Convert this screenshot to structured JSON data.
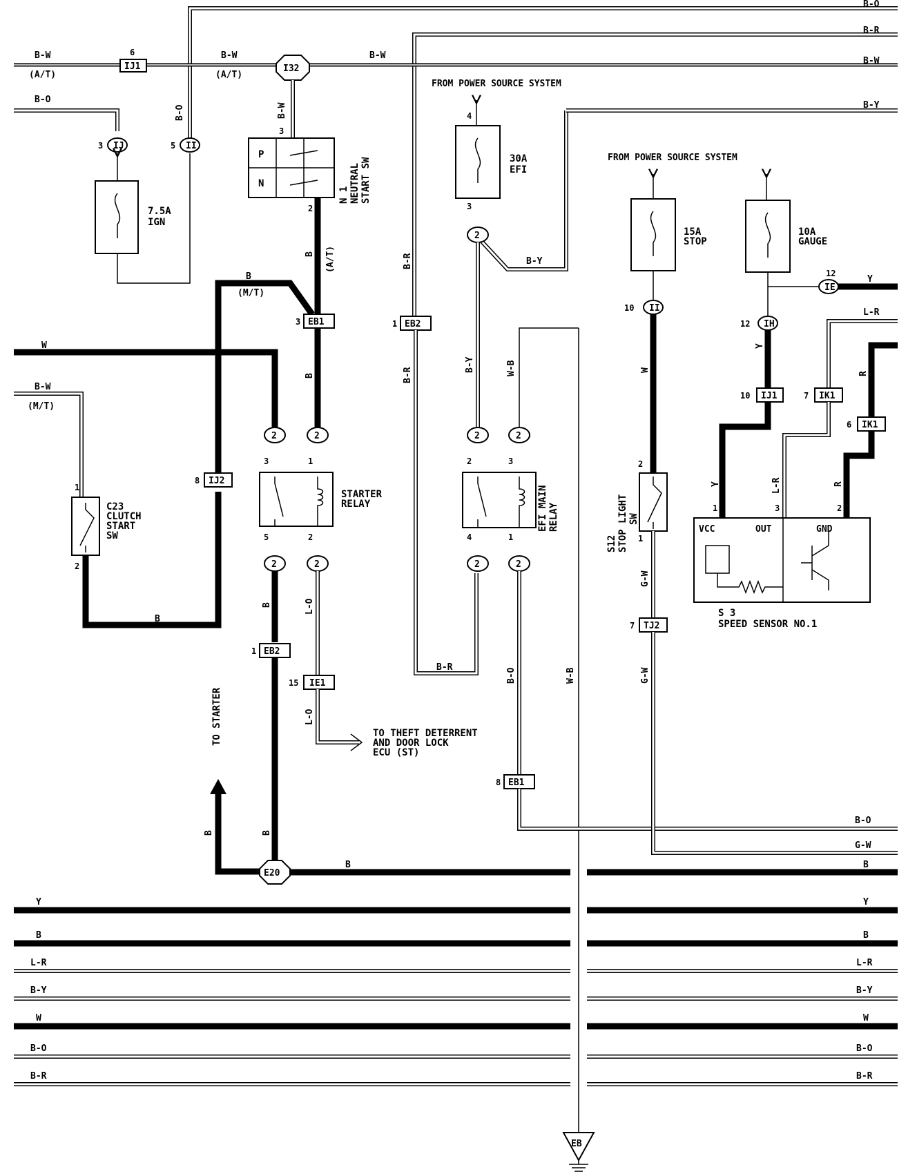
{
  "labels": {
    "from_power_1": "FROM POWER SOURCE SYSTEM",
    "from_power_2": "FROM POWER SOURCE SYSTEM",
    "fuse_ign_a": "7.5A",
    "fuse_ign_b": "IGN",
    "fuse_efi_a": "30A",
    "fuse_efi_b": "EFI",
    "fuse_stop_a": "15A",
    "fuse_stop_b": "STOP",
    "fuse_gauge_a": "10A",
    "fuse_gauge_b": "GAUGE",
    "neutral_a": "N 1",
    "neutral_b": "NEUTRAL",
    "neutral_c": "START SW",
    "starter_relay_a": "STARTER",
    "starter_relay_b": "RELAY",
    "efi_relay_a": "EFI MAIN",
    "efi_relay_b": "RELAY",
    "clutch_a": "C23",
    "clutch_b": "CLUTCH",
    "clutch_c": "START",
    "clutch_d": "SW",
    "stop_a": "S12",
    "stop_b": "STOP LIGHT",
    "stop_c": "SW",
    "speed_a": "S 3",
    "speed_b": "SPEED SENSOR NO.1",
    "vcc": "VCC",
    "out": "OUT",
    "gnd": "GND",
    "to_starter": "TO STARTER",
    "theft_a": "TO THEFT DETERRENT",
    "theft_b": "AND DOOR LOCK",
    "theft_c": "ECU (ST)",
    "p": "P",
    "n": "N",
    "at": "(A/T)",
    "mt": "(M/T)",
    "ground": "EB",
    "e20": "E20",
    "i32": "I32"
  },
  "connectors": {
    "ij1_top": "IJ1",
    "ij": "IJ",
    "ii_top": "II",
    "eb1_a": "EB1",
    "eb2_a": "EB2",
    "ij2_a": "IJ2",
    "eb2_b": "EB2",
    "ie1": "IE1",
    "eb1_b": "EB1",
    "ii_stop": "II",
    "tj2": "TJ2",
    "ie": "IE",
    "ih": "IH",
    "ij1_b": "IJ1",
    "ik1_a": "IK1",
    "ik1_b": "IK1"
  },
  "pins": {
    "p6": "6",
    "p3": "3",
    "p5": "5",
    "p3b": "3",
    "p2": "2",
    "p3c": "3",
    "p1": "1",
    "p8": "8",
    "p1b": "1",
    "p2b": "2",
    "p3d": "3",
    "p1c": "1",
    "p5b": "5",
    "p2c": "2",
    "p1d": "1",
    "p15": "15",
    "p4": "4",
    "p3e": "3",
    "p2d": "2",
    "p3f": "3",
    "p4b": "4",
    "p1e": "1",
    "p8b": "8",
    "p10": "10",
    "p2e": "2",
    "p1f": "1",
    "p7": "7",
    "p12": "12",
    "p12b": "12",
    "p10b": "10",
    "p7b": "7",
    "p6b": "6",
    "p1g": "1",
    "p3g": "3",
    "p2f": "2"
  },
  "circle_two": "2",
  "wires": {
    "bw": "B-W",
    "bo": "B-O",
    "br": "B-R",
    "by": "B-Y",
    "b": "B",
    "w": "W",
    "y": "Y",
    "lr": "L-R",
    "lo": "L-O",
    "wb": "W-B",
    "gw": "G-W",
    "r": "R"
  }
}
